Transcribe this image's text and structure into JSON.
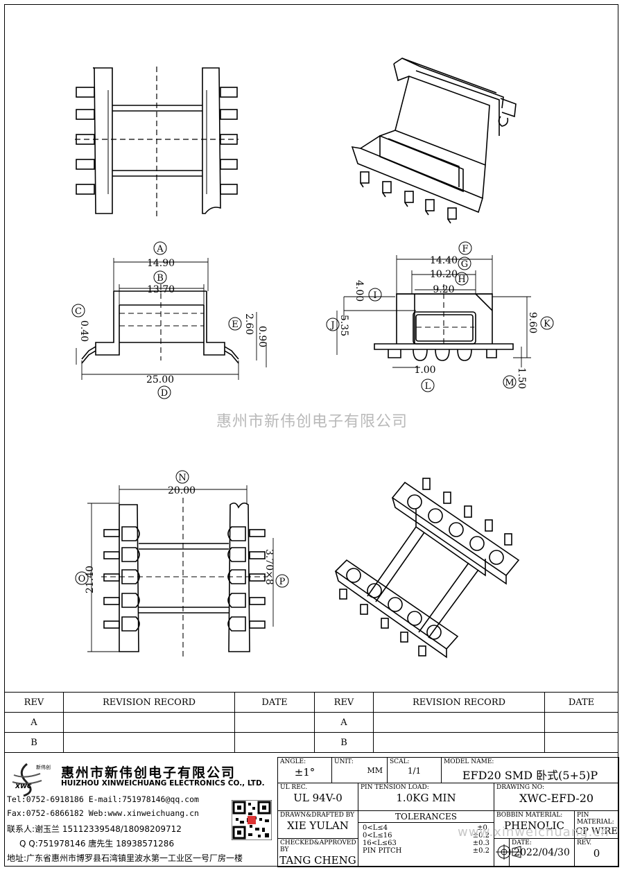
{
  "watermark": "惠州市新伟创电子有限公司",
  "dimensions": {
    "A": {
      "letter": "A",
      "value": "14.90"
    },
    "B": {
      "letter": "B",
      "value": "13.70"
    },
    "C": {
      "letter": "C",
      "value": "0.40"
    },
    "D": {
      "letter": "D",
      "value": "25.00"
    },
    "E": {
      "letter": "E",
      "value": "2.60"
    },
    "E2": {
      "value": "0.90"
    },
    "F": {
      "letter": "F",
      "value": "14.40"
    },
    "G": {
      "letter": "G",
      "value": "10.20"
    },
    "H": {
      "letter": "H",
      "value": "9.20"
    },
    "I": {
      "letter": "I",
      "value": "4.00"
    },
    "J": {
      "letter": "J",
      "value": "5.35"
    },
    "K": {
      "letter": "K",
      "value": "9.60"
    },
    "L": {
      "letter": "L",
      "value": "1.00"
    },
    "M": {
      "letter": "M",
      "value": "1.50"
    },
    "N": {
      "letter": "N",
      "value": "20.00"
    },
    "O": {
      "letter": "O",
      "value": "21.40"
    },
    "P": {
      "letter": "P",
      "value": "3.70×8"
    }
  },
  "revision_table": {
    "headers": [
      "REV",
      "REVISION RECORD",
      "DATE",
      "REV",
      "REVISION RECORD",
      "DATE"
    ],
    "rows": [
      [
        "A",
        "",
        "",
        "A",
        "",
        ""
      ],
      [
        "B",
        "",
        "",
        "B",
        "",
        ""
      ]
    ]
  },
  "company": {
    "logo_text": "XWC",
    "logo_cn": "新伟创",
    "name_cn": "惠州市新伟创电子有限公司",
    "name_en": "HUIZHOU XINWEICHUANG ELECTRONICS CO., LTD.",
    "tel": "Tel:0752-6918186 E-mail:751978146@qq.com",
    "fax": "Fax:0752-6866182 Web:www.xinweichuang.cn",
    "contact": "联系人:谢玉兰 15112339548/18098209712",
    "qq": "Q Q:751978146     唐先生 18938571286",
    "address": "地址:广东省惠州市博罗县石湾镇里波水第一工业区一号厂房一楼"
  },
  "title_block": {
    "angle_label": "ANGLE:",
    "angle_value": "±1°",
    "unit_label": "UNIT:",
    "unit_value": "MM",
    "scale_label": "SCAL:",
    "scale_value": "1/1",
    "model_label": "MODEL NAME:",
    "model_value": "EFD20 SMD 卧式(5+5)P",
    "ul_label": "UL REC.",
    "ul_value": "UL 94V-0",
    "pin_tension_label": "PIN TENSION LOAD:",
    "pin_tension_value": "1.0KG MIN",
    "drawing_label": "DRAWING NO:",
    "drawing_value": "XWC-EFD-20",
    "drawn_label": "DRAWN&DRAFTED BY",
    "drawn_value": "XIE YULAN",
    "tolerances_label": "TOLERANCES",
    "tolerances": [
      [
        "0<L≤4",
        "±0."
      ],
      [
        "0<L≤16",
        "±0.2"
      ],
      [
        "16<L≤63",
        "±0.3"
      ],
      [
        "PIN PITCH",
        "±0.2"
      ]
    ],
    "bobbin_label": "BOBBIN MATERIAL:",
    "bobbin_value": "PHENOLIC",
    "pin_material_label": "PIN MATERIAL:",
    "pin_material_value": "CP WIRE",
    "checked_label": "CHECKED&APPROVED BY",
    "checked_value": "TANG CHENG",
    "date_label": "DATE:",
    "date_value": "2022/04/30",
    "rev_label": "REV.",
    "rev_value": "0",
    "footer_watermark": "www.xinweichuang.cn"
  }
}
